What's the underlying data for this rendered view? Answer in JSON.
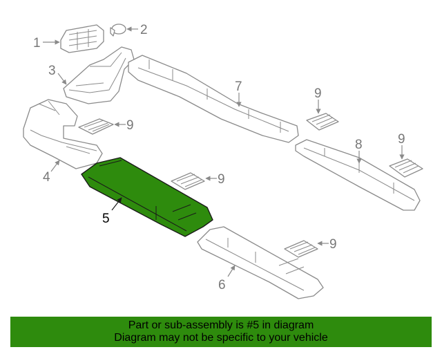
{
  "diagram": {
    "callouts": {
      "c1": "1",
      "c2": "2",
      "c3": "3",
      "c4": "4",
      "c5": "5",
      "c6": "6",
      "c7": "7",
      "c8": "8",
      "c9a": "9",
      "c9b": "9",
      "c9c": "9",
      "c9d": "9",
      "c9e": "9"
    },
    "highlighted_part": "5",
    "highlight_color": "#2e8b0d",
    "line_color": "#8a8a8a"
  },
  "banner": {
    "line1": "Part or sub-assembly is #5 in diagram",
    "line2": "Diagram may not be specific to your vehicle",
    "background": "#2e8b0d"
  }
}
